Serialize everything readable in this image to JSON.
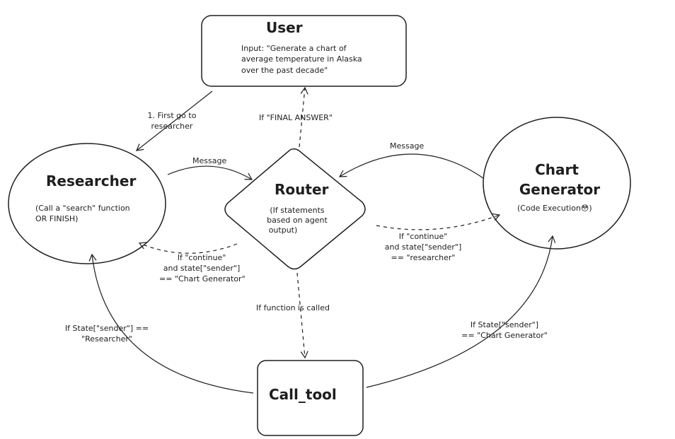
{
  "nodes": {
    "user": {
      "title": "User",
      "description_lines": [
        "Input: \"Generate a chart of",
        "average temperature in Alaska",
        "over the past decade\""
      ]
    },
    "researcher": {
      "title": "Researcher",
      "description_lines": [
        "(Call a \"search\" function",
        "OR FINISH)"
      ]
    },
    "router": {
      "title": "Router",
      "description_lines": [
        "(If statements",
        "based on agent",
        "output)"
      ]
    },
    "chart_generator": {
      "title_lines": [
        "Chart",
        "Generator"
      ],
      "description": "(Code Execution😳)"
    },
    "call_tool": {
      "title": "Call_tool"
    }
  },
  "edges": {
    "user_to_researcher": [
      "1. First go to",
      "researcher"
    ],
    "router_to_user": "If \"FINAL ANSWER\"",
    "researcher_to_router": "Message",
    "chart_to_router": "Message",
    "router_to_researcher": [
      "If \"continue\"",
      "and state[\"sender\"]",
      "== \"Chart Generator\""
    ],
    "router_to_chart": [
      "If \"continue\"",
      "and state[\"sender\"]",
      "== \"researcher\""
    ],
    "router_to_call_tool": "If function is called",
    "call_tool_to_researcher": [
      "If State[\"sender\"] ==",
      "\"Researcher\""
    ],
    "call_tool_to_chart": [
      "If State[\"sender\"]",
      "== \"Chart Generator\""
    ]
  }
}
